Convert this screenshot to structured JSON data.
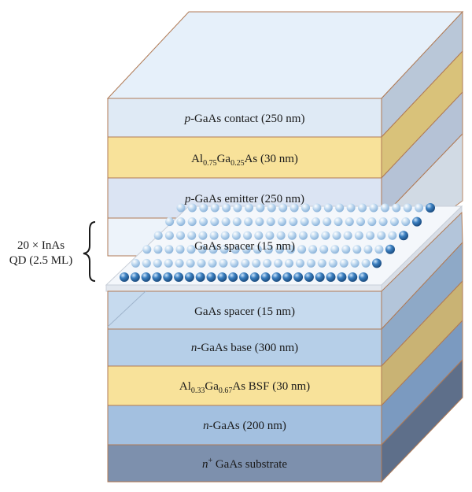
{
  "layers": [
    {
      "id": "p-contact",
      "prefix": "p",
      "text": "-GaAs contact (250 nm)",
      "color": "#dfeaf5"
    },
    {
      "id": "alga-window",
      "el1": "Al",
      "sub1": "0.75",
      "el2": "Ga",
      "sub2": "0.25",
      "suffix": "As (30 nm)",
      "color": "#f8e29a"
    },
    {
      "id": "p-emitter",
      "prefix": "p",
      "text": "-GaAs emitter (250 nm)",
      "color": "#dbe4f3"
    },
    {
      "id": "spacer-top",
      "text": "GaAs spacer (15 nm)",
      "color": "#edf3fa"
    },
    {
      "id": "spacer-bottom",
      "text": "GaAs spacer (15 nm)",
      "color": "#c6daee"
    },
    {
      "id": "n-base",
      "prefix": "n",
      "text": "-GaAs base (300 nm)",
      "color": "#b6cfe8"
    },
    {
      "id": "alga-bsf",
      "el1": "Al",
      "sub1": "0.33",
      "el2": "Ga",
      "sub2": "0.67",
      "suffix": "As BSF (30 nm)",
      "color": "#f8e29a"
    },
    {
      "id": "n-gaas",
      "prefix": "n",
      "text": "-GaAs (200 nm)",
      "color": "#a3c0e0"
    },
    {
      "id": "substrate",
      "prefix": "n",
      "sup": "+",
      "text": " GaAs substrate",
      "color": "#7d90ad"
    }
  ],
  "qd_stack": {
    "line1": "20 × InAs",
    "line2": "QD (2.5 ML)"
  },
  "colors": {
    "outline": "#b07a55",
    "dot": "#2f6ea8",
    "dot_light": "#a9c9e8",
    "plane": "#f4f7fb"
  }
}
